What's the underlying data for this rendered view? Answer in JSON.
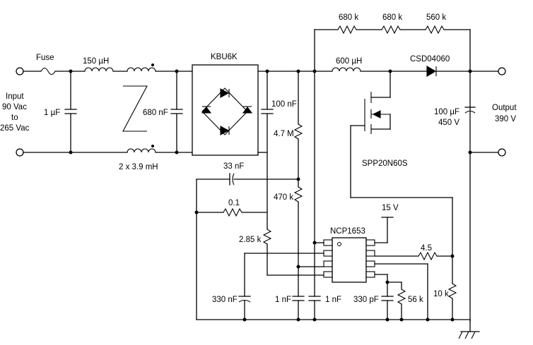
{
  "labels": {
    "fuse": "Fuse",
    "input_l1": "Input",
    "input_l2": "90 Vac",
    "input_l3": "to",
    "input_l4": "265 Vac",
    "inductor_in": "150 µH",
    "cap_in": "1 µF",
    "choke": "2 x 3.9 mH",
    "bridge": "KBU6K",
    "cap_680n": "680 nF",
    "cap_100n": "100 nF",
    "res_4m7": "4.7 M",
    "res_470k": "470 k",
    "cap_33n": "33 nF",
    "res_0r1": "0.1",
    "res_2k85": "2.85 k",
    "ic": "NCP1653",
    "vcc": "15 V",
    "res_4r5": "4.5",
    "res_10k": "10 k",
    "cap_330n": "330 nF",
    "cap_1n_a": "1 nF",
    "cap_1n_b": "1 nF",
    "cap_330p": "330 pF",
    "res_56k": "56 k",
    "res_680k_a": "680 k",
    "res_680k_b": "680 k",
    "res_560k": "560 k",
    "inductor_pfc": "600 µH",
    "diode_out": "CSD04060",
    "mosfet": "SPP20N60S",
    "cap_out_l1": "100 µF",
    "cap_out_l2": "450 V",
    "output_l1": "Output",
    "output_l2": "390 V"
  }
}
